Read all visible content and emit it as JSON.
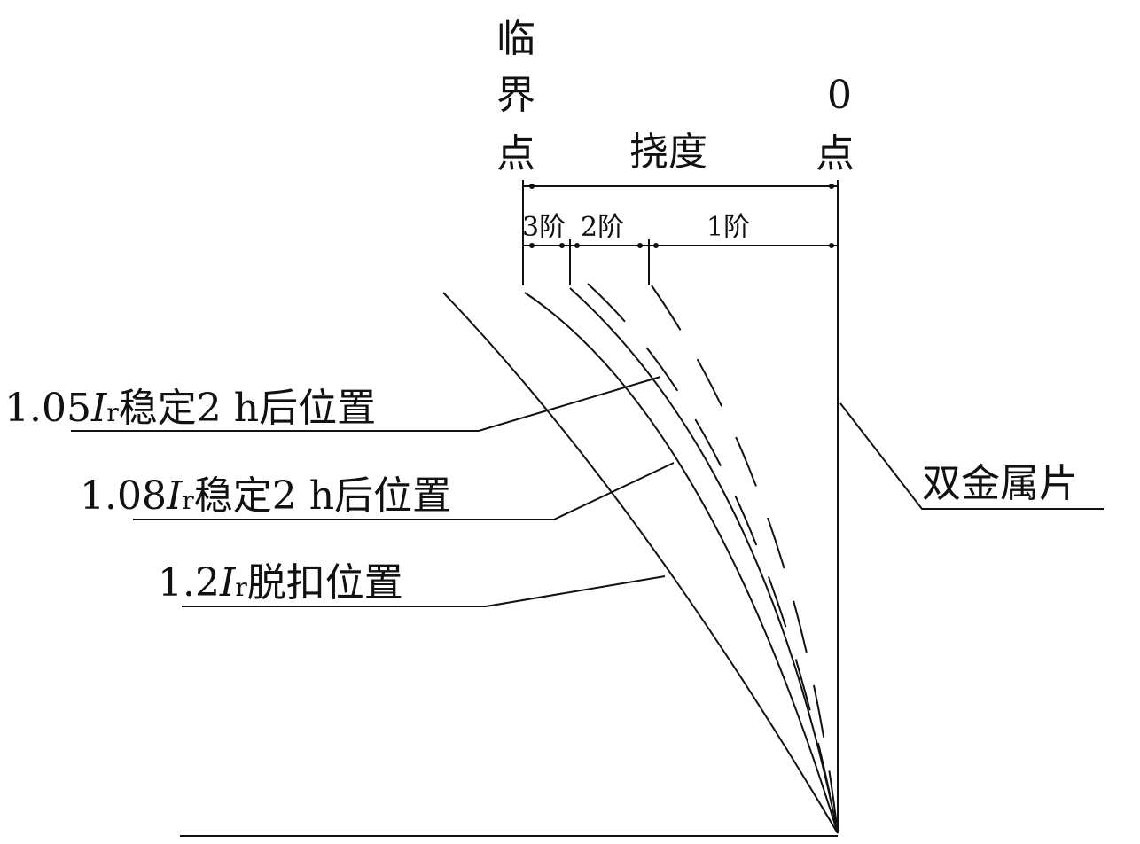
{
  "labels": {
    "critical_point": [
      "临",
      "界",
      "点"
    ],
    "zero_point": [
      "0",
      "点"
    ],
    "deflection": "挠度",
    "stage3": "3阶",
    "stage2": "2阶",
    "stage1": "1阶",
    "bimetal": "双金属片",
    "pos_105": {
      "prefix": "1.05",
      "var": "I",
      "sub": "r",
      "suffix": "稳定2 h后位置"
    },
    "pos_108": {
      "prefix": "1.08",
      "var": "I",
      "sub": "r",
      "suffix": "稳定2 h后位置"
    },
    "pos_12": {
      "prefix": "1.2",
      "var": "I",
      "sub": "r",
      "suffix": "脱扣位置"
    }
  }
}
